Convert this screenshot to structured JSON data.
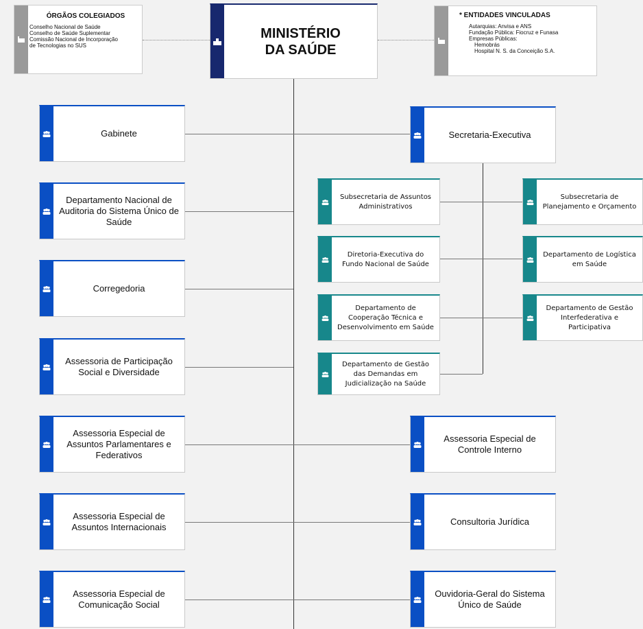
{
  "top": {
    "orgaos": {
      "title": "ÓRGÃOS COLEGIADOS",
      "items": [
        "Conselho Nacional de Saúde",
        "Conselho de Saúde Suplementar",
        "Comissão Nacional de Incorporação",
        "de Tecnologias no SUS"
      ]
    },
    "ministerio": {
      "title": "MINISTÉRIO DA SAÚDE"
    },
    "entidades": {
      "title": "* ENTIDADES VINCULADAS",
      "items": [
        "Autarquias: Anvisa e ANS",
        "Fundação Pública: Fiocruz e Funasa",
        "Empresas Públicas:",
        "Hemobrás",
        "Hospital N. S. da Conceição S.A."
      ]
    }
  },
  "left": [
    "Gabinete",
    "Departamento Nacional de Auditoria do Sistema Único de Saúde",
    "Corregedoria",
    "Assessoria de Participação Social e Diversidade",
    "Assessoria Especial de Assuntos Parlamentares e Federativos",
    "Assessoria Especial de Assuntos Internacionais",
    "Assessoria Especial de Comunicação Social"
  ],
  "right": [
    "Secretaria-Executiva",
    "Assessoria Especial de Controle Interno",
    "Consultoria Jurídica",
    "Ouvidoria-Geral do Sistema Único de Saúde"
  ],
  "se_left": [
    "Subsecretaria de Assuntos Administrativos",
    "Diretoria-Executiva do Fundo Nacional de Saúde",
    "Departamento de Cooperação Técnica e Desenvolvimento em Saúde",
    "Departamento de Gestão das Demandas em Judicialização na Saúde"
  ],
  "se_right": [
    "Subsecretaria de Planejamento e Orçamento",
    "Departamento de Logística em Saúde",
    "Departamento de Gestão Interfederativa e Participativa"
  ],
  "colors": {
    "blue": "#0a4fc4",
    "teal": "#17878b",
    "navy": "#17286e",
    "gray": "#9a9a9a"
  },
  "icons": {
    "group": "people-group-icon",
    "building": "building-icon"
  }
}
